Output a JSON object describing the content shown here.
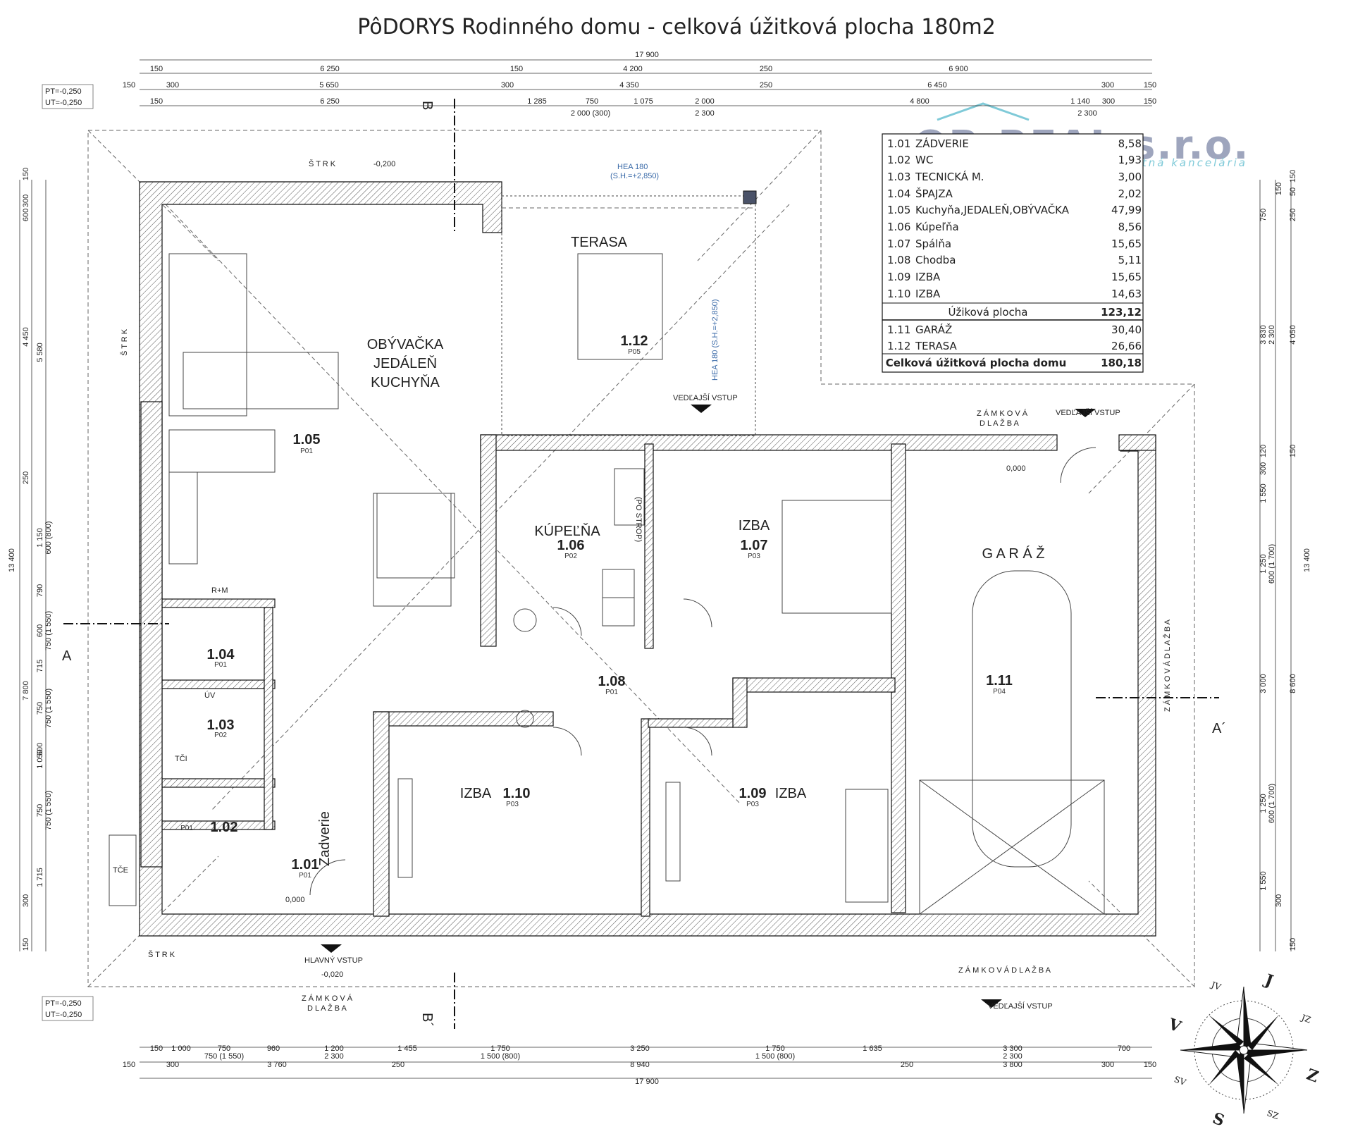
{
  "title": "PôDORYS Rodinného domu - celková  úžitková plocha 180m2",
  "logo": {
    "name": "OB-REAL s.r.o.",
    "tagline": "realitná kancelária"
  },
  "levels": {
    "top": {
      "pt": "PT=-0,250",
      "ut": "UT=-0,250"
    },
    "bottom": {
      "pt": "PT=-0,250",
      "ut": "UT=-0,250"
    }
  },
  "top_dims": {
    "total": "17 900",
    "row1": [
      "150",
      "6 250",
      "150",
      "4 200",
      "250",
      "6 900"
    ],
    "row2": [
      "150",
      "300",
      "5 650",
      "300",
      "4 350",
      "250",
      "6 450",
      "300",
      "150"
    ],
    "row3": [
      "150",
      "6 250",
      "1 285",
      "750",
      "1 075",
      "2 000",
      "4 800",
      "1 140",
      "300",
      "150"
    ],
    "row3b": [
      "2 000 (300)",
      "2 300",
      "2 300"
    ]
  },
  "bottom_dims": {
    "total": "17 900",
    "row1": [
      "150",
      "1 000",
      "750",
      "960",
      "1 200",
      "1 455",
      "1 750",
      "3 250",
      "1 750",
      "1 635",
      "3 300",
      "700"
    ],
    "row1b": [
      "750 (1 550)",
      "2 300",
      "1 500 (800)",
      "1 500 (800)",
      "2 300"
    ],
    "row2": [
      "150",
      "300",
      "3 760",
      "250",
      "8 940",
      "250",
      "3 800",
      "300",
      "150"
    ]
  },
  "left_dims": [
    "150",
    "300",
    "600",
    "4 450",
    "5 580",
    "250",
    "1 150",
    "600 (800)",
    "790",
    "600",
    "750 (1 550)",
    "715",
    "7 800",
    "750",
    "750 (1 550)",
    "600",
    "1 050",
    "750",
    "750 (1 550)",
    "1 715",
    "13 400",
    "300",
    "150"
  ],
  "right_dims": [
    "150",
    "150",
    "50",
    "750",
    "250",
    "3 830",
    "2 300",
    "4 050",
    "150",
    "120",
    "300",
    "1 550",
    "1 250",
    "600 (1 700)",
    "13 400",
    "3 000",
    "8 600",
    "1 250",
    "600 (1 700)",
    "1 550",
    "300",
    "150"
  ],
  "rooms": [
    {
      "num": "1.05",
      "name1": "OBÝVAČKA",
      "name2": "JEDÁLEŇ",
      "name3": "KUCHYŇA",
      "code": "P01"
    },
    {
      "num": "1.12",
      "name": "TERASA",
      "code": "P05"
    },
    {
      "num": "1.06",
      "name": "KÚPEĽŇA",
      "code": "P02"
    },
    {
      "num": "1.07",
      "name": "IZBA",
      "code": "P03"
    },
    {
      "num": "1.11",
      "name": "G A R Á Ž",
      "code": "P04"
    },
    {
      "num": "1.08",
      "code": "P01"
    },
    {
      "num": "1.10",
      "name": "IZBA",
      "code": "P03"
    },
    {
      "num": "1.09",
      "name": "IZBA",
      "code": "P03"
    },
    {
      "num": "1.04",
      "code": "P01"
    },
    {
      "num": "1.03",
      "code": "P02"
    },
    {
      "num": "1.02",
      "code": "P01"
    },
    {
      "num": "1.01",
      "name": "Zadverie",
      "code": "P01"
    }
  ],
  "labels": {
    "strk_top": "Š T R K",
    "strk_left": "Š T R K",
    "strk_bottom": "Š T R K",
    "zamkova_right": "Z Á M K O V Á  D L A Ž B A",
    "zamkova_top": "Z Á M K O V Á",
    "zamkova_top2": "D L A Ž B A",
    "zamkova_bottom": "Z Á M K O V Á  D L A Ž B A",
    "zamkova_bl": "Z Á M K O V Á",
    "zamkova_bl2": "D L A Ž B A",
    "hlavny_vstup": "HLAVNÝ VSTUP",
    "vedlajsi_vstup": "VEDĽAJŠÍ VSTUP",
    "hea180_top": "HEA 180",
    "hea180_top2": "(S.H.=+2,850)",
    "hea180_side": "HEA 180 (S.H.=+2,850)",
    "rm": "R+M",
    "tce": "TČE",
    "tci": "TČI",
    "uv": "ÚV",
    "po_strop": "(PO STROP)",
    "section_a": "A",
    "section_a2": "A´",
    "section_b": "B",
    "section_b2": "B´",
    "ground": "-0,200",
    "ground2": "-0,020",
    "zero": "0,000"
  },
  "area_table": {
    "rows": [
      {
        "no": "1.01",
        "name": "ZÁDVERIE",
        "area": "8,58"
      },
      {
        "no": "1.02",
        "name": "WC",
        "area": "1,93"
      },
      {
        "no": "1.03",
        "name": "TECNICKÁ M.",
        "area": "3,00"
      },
      {
        "no": "1.04",
        "name": "ŠPAJZA",
        "area": "2,02"
      },
      {
        "no": "1.05",
        "name": "Kuchyňa,JEDALEŇ,OBÝVAČKA",
        "area": "47,99"
      },
      {
        "no": "1.06",
        "name": "Kúpeľňa",
        "area": "8,56"
      },
      {
        "no": "1.07",
        "name": "Spálňa",
        "area": "15,65"
      },
      {
        "no": "1.08",
        "name": "Chodba",
        "area": "5,11"
      },
      {
        "no": "1.09",
        "name": "IZBA",
        "area": "15,65"
      },
      {
        "no": "1.10",
        "name": "IZBA",
        "area": "14,63"
      }
    ],
    "subtotal_label": "Úžiková plocha",
    "subtotal": "123,12",
    "extra": [
      {
        "no": "1.11",
        "name": "GARÁŽ",
        "area": "30,40"
      },
      {
        "no": "1.12",
        "name": "TERASA",
        "area": "26,66"
      }
    ],
    "total_label": "Celková úžitková plocha domu",
    "total": "180,18"
  },
  "compass": {
    "n": "S",
    "s": "J",
    "e": "V",
    "w": "Z",
    "ne": "SV",
    "nw": "SZ",
    "se": "JV",
    "sw": "JZ"
  }
}
